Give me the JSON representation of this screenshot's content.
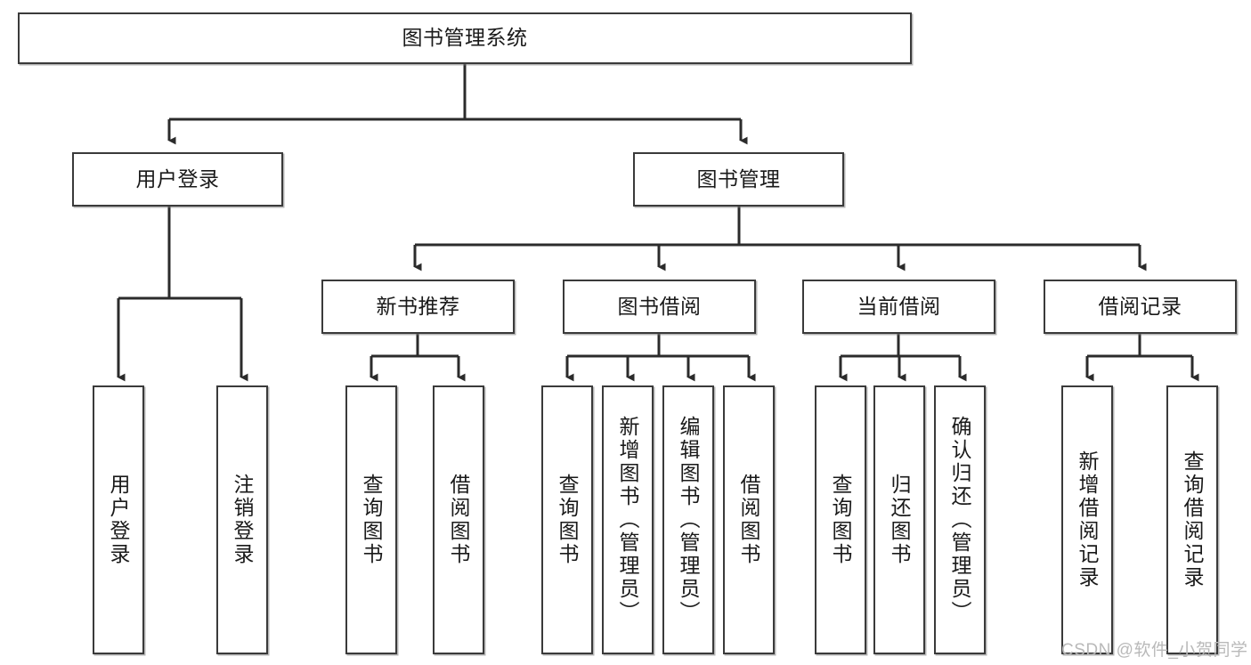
{
  "diagram": {
    "title": "图书管理系统",
    "type": "tree-hierarchy",
    "watermark": "CSDN @软件_小贺同学",
    "colors": {
      "box_border": "#3a3a3a",
      "box_fill": "#ffffff",
      "edge": "#2b2b2b",
      "text": "#1a1a1a",
      "watermark": "#b9b9b9",
      "background": "#ffffff"
    },
    "levels": {
      "level1": [
        {
          "id": "root",
          "label": "图书管理系统",
          "orientation": "horizontal"
        }
      ],
      "level2": [
        {
          "id": "user-login",
          "label": "用户登录",
          "orientation": "horizontal"
        },
        {
          "id": "book-manage",
          "label": "图书管理",
          "orientation": "horizontal"
        }
      ],
      "level3": [
        {
          "id": "new-book-recommend",
          "label": "新书推荐",
          "orientation": "horizontal"
        },
        {
          "id": "book-borrow",
          "label": "图书借阅",
          "orientation": "horizontal"
        },
        {
          "id": "current-borrow",
          "label": "当前借阅",
          "orientation": "horizontal"
        },
        {
          "id": "borrow-record",
          "label": "借阅记录",
          "orientation": "horizontal"
        }
      ],
      "level4": [
        {
          "id": "leaf-user-login",
          "label": "用户登录",
          "orientation": "vertical",
          "parent": "user-login"
        },
        {
          "id": "leaf-logout-login",
          "label": "注销登录",
          "orientation": "vertical",
          "parent": "user-login"
        },
        {
          "id": "leaf-query-book-1",
          "label": "查询图书",
          "orientation": "vertical",
          "parent": "new-book-recommend"
        },
        {
          "id": "leaf-borrow-book-1",
          "label": "借阅图书",
          "orientation": "vertical",
          "parent": "new-book-recommend"
        },
        {
          "id": "leaf-query-book-2",
          "label": "查询图书",
          "orientation": "vertical",
          "parent": "book-borrow"
        },
        {
          "id": "leaf-add-book",
          "label": "新增图书（管理员）",
          "orientation": "vertical",
          "parent": "book-borrow"
        },
        {
          "id": "leaf-edit-book",
          "label": "编辑图书（管理员）",
          "orientation": "vertical",
          "parent": "book-borrow"
        },
        {
          "id": "leaf-borrow-book-2",
          "label": "借阅图书",
          "orientation": "vertical",
          "parent": "book-borrow"
        },
        {
          "id": "leaf-query-book-3",
          "label": "查询图书",
          "orientation": "vertical",
          "parent": "current-borrow"
        },
        {
          "id": "leaf-return-book",
          "label": "归还图书",
          "orientation": "vertical",
          "parent": "current-borrow"
        },
        {
          "id": "leaf-confirm-return",
          "label": "确认归还（管理员）",
          "orientation": "vertical",
          "parent": "current-borrow"
        },
        {
          "id": "leaf-add-record",
          "label": "新增借阅记录",
          "orientation": "vertical",
          "parent": "borrow-record"
        },
        {
          "id": "leaf-query-record",
          "label": "查询借阅记录",
          "orientation": "vertical",
          "parent": "borrow-record"
        }
      ]
    }
  }
}
